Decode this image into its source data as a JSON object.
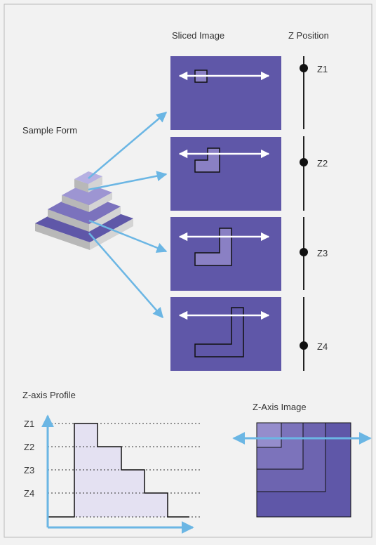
{
  "labels": {
    "sliced_image": "Sliced Image",
    "z_position": "Z Position",
    "sample_form": "Sample Form",
    "z_axis_profile": "Z-axis Profile",
    "z_axis_image": "Z-Axis Image"
  },
  "z_levels": [
    "Z1",
    "Z2",
    "Z3",
    "Z4"
  ],
  "profile_levels": [
    "Z1",
    "Z2",
    "Z3",
    "Z4"
  ],
  "colors": {
    "slice_bg": "#5f57a8",
    "slice_shape": "#8a80c4",
    "arrow_blue": "#6bb6e4",
    "axis_line": "#222222",
    "profile_fill": "#e4e1f2",
    "page_bg": "#f2f2f2"
  }
}
